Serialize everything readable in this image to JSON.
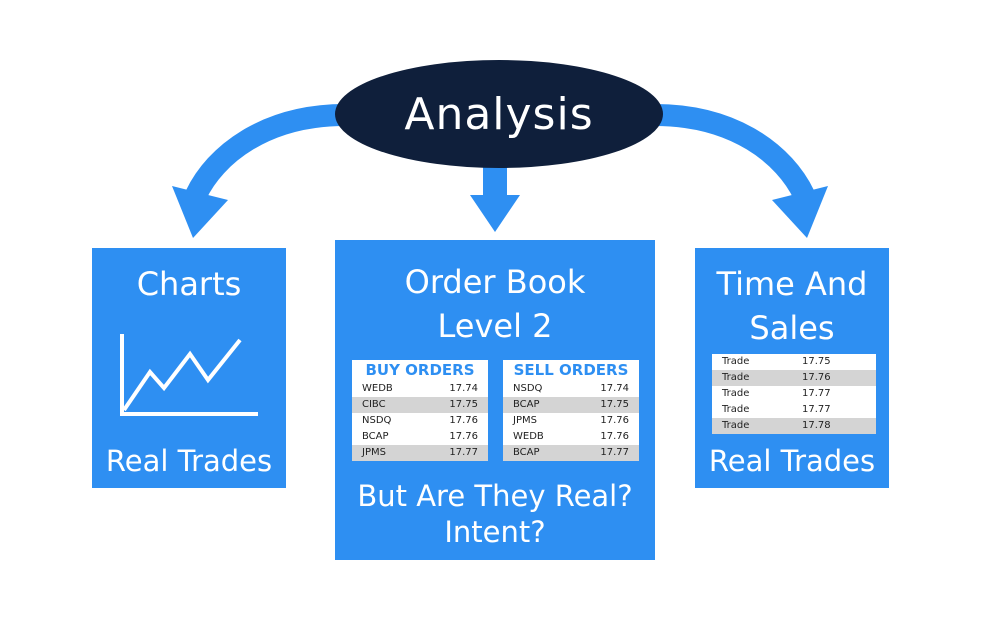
{
  "center": {
    "label": "Analysis"
  },
  "charts": {
    "title": "Charts",
    "footer": "Real Trades",
    "icon": "line-chart-icon"
  },
  "order_book": {
    "title_line1": "Order Book",
    "title_line2": "Level 2",
    "buy": {
      "header": "BUY ORDERS",
      "rows": [
        {
          "name": "WEDB",
          "price": "17.74"
        },
        {
          "name": "CIBC",
          "price": "17.75"
        },
        {
          "name": "NSDQ",
          "price": "17.76"
        },
        {
          "name": "BCAP",
          "price": "17.76"
        },
        {
          "name": "JPMS",
          "price": "17.77"
        }
      ]
    },
    "sell": {
      "header": "SELL ORDERS",
      "rows": [
        {
          "name": "NSDQ",
          "price": "17.74"
        },
        {
          "name": "BCAP",
          "price": "17.75"
        },
        {
          "name": "JPMS",
          "price": "17.76"
        },
        {
          "name": "WEDB",
          "price": "17.76"
        },
        {
          "name": "BCAP",
          "price": "17.77"
        }
      ]
    },
    "footer_line1": "But Are They Real?",
    "footer_line2": "Intent?"
  },
  "time_and_sales": {
    "title_line1": "Time And",
    "title_line2": "Sales",
    "rows": [
      {
        "name": "Trade",
        "price": "17.75"
      },
      {
        "name": "Trade",
        "price": "17.76"
      },
      {
        "name": "Trade",
        "price": "17.77"
      },
      {
        "name": "Trade",
        "price": "17.77"
      },
      {
        "name": "Trade",
        "price": "17.78"
      }
    ],
    "footer": "Real Trades"
  },
  "colors": {
    "box": "#2e8ff2",
    "oval": "#0f1f3b",
    "row_alt": "#d4d4d4"
  }
}
